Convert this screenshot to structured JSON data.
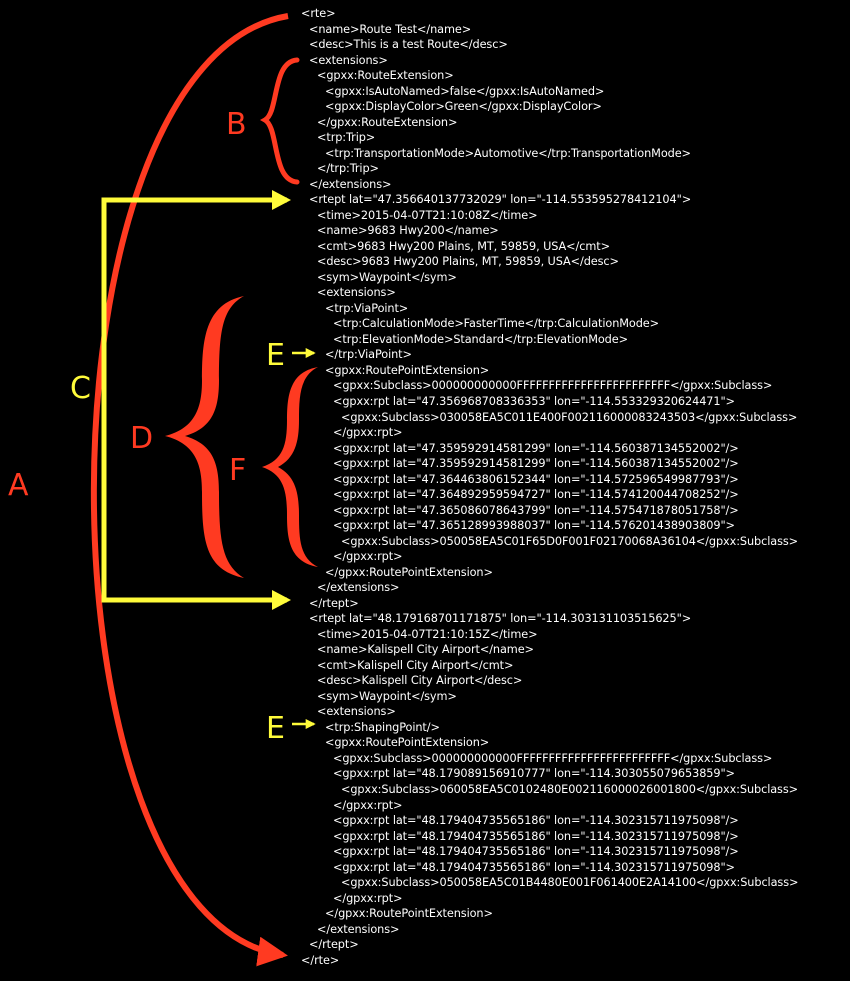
{
  "colors": {
    "background": "#000000",
    "text": "#ffffff",
    "red": "#ff3a21",
    "yellow": "#fffb3a"
  },
  "labels": {
    "A": "A",
    "B": "B",
    "C": "C",
    "D": "D",
    "E1": "E",
    "E2": "E",
    "F": "F"
  },
  "code_lines": [
    {
      "text": "<rte>",
      "indent": 0
    },
    {
      "text": "<name>Route Test</name>",
      "indent": 1
    },
    {
      "text": "<desc>This is a test Route</desc>",
      "indent": 1
    },
    {
      "text": "<extensions>",
      "indent": 1
    },
    {
      "text": "<gpxx:RouteExtension>",
      "indent": 2
    },
    {
      "text": "<gpxx:IsAutoNamed>false</gpxx:IsAutoNamed>",
      "indent": 3
    },
    {
      "text": "<gpxx:DisplayColor>Green</gpxx:DisplayColor>",
      "indent": 3
    },
    {
      "text": "</gpxx:RouteExtension>",
      "indent": 2
    },
    {
      "text": "<trp:Trip>",
      "indent": 2
    },
    {
      "text": "<trp:TransportationMode>Automotive</trp:TransportationMode>",
      "indent": 3
    },
    {
      "text": "</trp:Trip>",
      "indent": 2
    },
    {
      "text": "</extensions>",
      "indent": 1
    },
    {
      "text": "<rtept lat=\"47.356640137732029\" lon=\"-114.553595278412104\">",
      "indent": 1
    },
    {
      "text": "<time>2015-04-07T21:10:08Z</time>",
      "indent": 2
    },
    {
      "text": "<name>9683 Hwy200</name>",
      "indent": 2
    },
    {
      "text": "<cmt>9683 Hwy200 Plains, MT, 59859, USA</cmt>",
      "indent": 2
    },
    {
      "text": "<desc>9683 Hwy200 Plains, MT, 59859, USA</desc>",
      "indent": 2
    },
    {
      "text": "<sym>Waypoint</sym>",
      "indent": 2
    },
    {
      "text": "<extensions>",
      "indent": 2
    },
    {
      "text": "<trp:ViaPoint>",
      "indent": 3
    },
    {
      "text": "<trp:CalculationMode>FasterTime</trp:CalculationMode>",
      "indent": 4
    },
    {
      "text": "<trp:ElevationMode>Standard</trp:ElevationMode>",
      "indent": 4
    },
    {
      "text": "</trp:ViaPoint>",
      "indent": 3
    },
    {
      "text": "<gpxx:RoutePointExtension>",
      "indent": 3
    },
    {
      "text": "<gpxx:Subclass>000000000000FFFFFFFFFFFFFFFFFFFFFFFF</gpxx:Subclass>",
      "indent": 4
    },
    {
      "text": "<gpxx:rpt lat=\"47.356968708336353\" lon=\"-114.553329320624471\">",
      "indent": 4
    },
    {
      "text": "<gpxx:Subclass>030058EA5C011E400F002116000083243503</gpxx:Subclass>",
      "indent": 5
    },
    {
      "text": "</gpxx:rpt>",
      "indent": 4
    },
    {
      "text": "<gpxx:rpt lat=\"47.359592914581299\" lon=\"-114.560387134552002\"/>",
      "indent": 4
    },
    {
      "text": "<gpxx:rpt lat=\"47.359592914581299\" lon=\"-114.560387134552002\"/>",
      "indent": 4
    },
    {
      "text": "<gpxx:rpt lat=\"47.364463806152344\" lon=\"-114.572596549987793\"/>",
      "indent": 4
    },
    {
      "text": "<gpxx:rpt lat=\"47.364892959594727\" lon=\"-114.574120044708252\"/>",
      "indent": 4
    },
    {
      "text": "<gpxx:rpt lat=\"47.365086078643799\" lon=\"-114.575471878051758\"/>",
      "indent": 4
    },
    {
      "text": "<gpxx:rpt lat=\"47.365128993988037\" lon=\"-114.576201438903809\">",
      "indent": 4
    },
    {
      "text": "<gpxx:Subclass>050058EA5C01F65D0F001F02170068A36104</gpxx:Subclass>",
      "indent": 5
    },
    {
      "text": "</gpxx:rpt>",
      "indent": 4
    },
    {
      "text": "</gpxx:RoutePointExtension>",
      "indent": 3
    },
    {
      "text": "</extensions>",
      "indent": 2
    },
    {
      "text": "</rtept>",
      "indent": 1
    },
    {
      "text": "<rtept lat=\"48.179168701171875\" lon=\"-114.303131103515625\">",
      "indent": 1
    },
    {
      "text": "<time>2015-04-07T21:10:15Z</time>",
      "indent": 2
    },
    {
      "text": "<name>Kalispell City Airport</name>",
      "indent": 2
    },
    {
      "text": "<cmt>Kalispell City Airport</cmt>",
      "indent": 2
    },
    {
      "text": "<desc>Kalispell City Airport</desc>",
      "indent": 2
    },
    {
      "text": "<sym>Waypoint</sym>",
      "indent": 2
    },
    {
      "text": "<extensions>",
      "indent": 2
    },
    {
      "text": "<trp:ShapingPoint/>",
      "indent": 3
    },
    {
      "text": "<gpxx:RoutePointExtension>",
      "indent": 3
    },
    {
      "text": "<gpxx:Subclass>000000000000FFFFFFFFFFFFFFFFFFFFFFFF</gpxx:Subclass>",
      "indent": 4
    },
    {
      "text": "<gpxx:rpt lat=\"48.179089156910777\" lon=\"-114.303055079653859\">",
      "indent": 4
    },
    {
      "text": "<gpxx:Subclass>060058EA5C0102480E002116000026001800</gpxx:Subclass>",
      "indent": 5
    },
    {
      "text": "</gpxx:rpt>",
      "indent": 4
    },
    {
      "text": "<gpxx:rpt lat=\"48.179404735565186\" lon=\"-114.302315711975098\"/>",
      "indent": 4
    },
    {
      "text": "<gpxx:rpt lat=\"48.179404735565186\" lon=\"-114.302315711975098\"/>",
      "indent": 4
    },
    {
      "text": "<gpxx:rpt lat=\"48.179404735565186\" lon=\"-114.302315711975098\"/>",
      "indent": 4
    },
    {
      "text": "<gpxx:rpt lat=\"48.179404735565186\" lon=\"-114.302315711975098\">",
      "indent": 4
    },
    {
      "text": "<gpxx:Subclass>050058EA5C01B4480E001F061400E2A14100</gpxx:Subclass>",
      "indent": 5
    },
    {
      "text": "</gpxx:rpt>",
      "indent": 4
    },
    {
      "text": "</gpxx:RoutePointExtension>",
      "indent": 3
    },
    {
      "text": "</extensions>",
      "indent": 2
    },
    {
      "text": "</rtept>",
      "indent": 1
    },
    {
      "text": "</rte>",
      "indent": 0
    }
  ]
}
